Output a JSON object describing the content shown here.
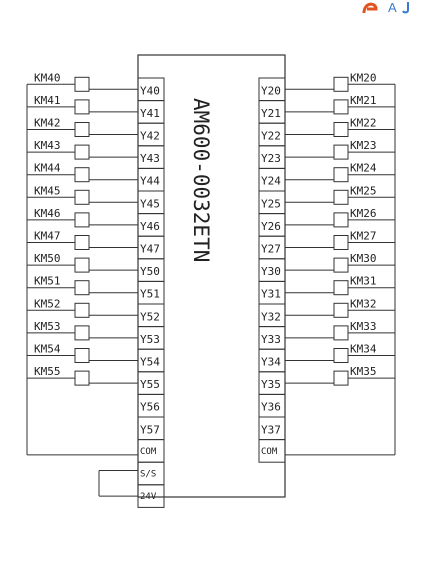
{
  "module": {
    "model": "AM600-0032ETN"
  },
  "left_pins": [
    "Y40",
    "Y41",
    "Y42",
    "Y43",
    "Y44",
    "Y45",
    "Y46",
    "Y47",
    "Y50",
    "Y51",
    "Y52",
    "Y53",
    "Y54",
    "Y55",
    "Y56",
    "Y57",
    "COM",
    "S/S",
    "24V"
  ],
  "right_pins": [
    "Y20",
    "Y21",
    "Y22",
    "Y23",
    "Y24",
    "Y25",
    "Y26",
    "Y27",
    "Y30",
    "Y31",
    "Y32",
    "Y33",
    "Y34",
    "Y35",
    "Y36",
    "Y37",
    "COM"
  ],
  "left_loads": [
    "KM40",
    "KM41",
    "KM42",
    "KM43",
    "KM44",
    "KM45",
    "KM46",
    "KM47",
    "KM50",
    "KM51",
    "KM52",
    "KM53",
    "KM54",
    "KM55"
  ],
  "right_loads": [
    "KM20",
    "KM21",
    "KM22",
    "KM23",
    "KM24",
    "KM25",
    "KM26",
    "KM27",
    "KM30",
    "KM31",
    "KM32",
    "KM33",
    "KM34",
    "KM35"
  ],
  "logo": {
    "text": "A",
    "icon": "brand-logo-icon",
    "color_primary": "#e2531f",
    "color_secondary": "#3a7bd5"
  },
  "colors": {
    "line": "#333333",
    "text": "#222222"
  }
}
